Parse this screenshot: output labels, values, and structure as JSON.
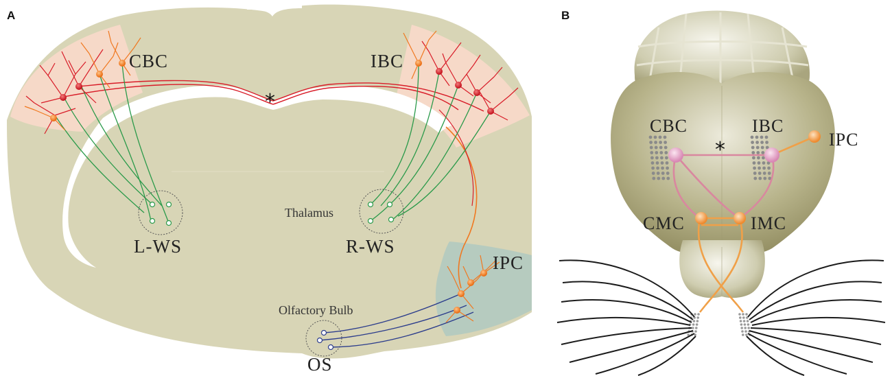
{
  "panels": {
    "a": {
      "letter": "A",
      "labels": {
        "cbc": "CBC",
        "ibc": "IBC",
        "lws": "L-WS",
        "rws": "R-WS",
        "thalamus": "Thalamus",
        "ipc": "IPC",
        "olfactory": "Olfactory Bulb",
        "os": "OS",
        "star": "*"
      }
    },
    "b": {
      "letter": "B",
      "labels": {
        "cbc": "CBC",
        "ibc": "IBC",
        "ipc": "IPC",
        "cmc": "CMC",
        "imc": "IMC",
        "star": "*"
      }
    }
  },
  "colors": {
    "brain": "#d8d5b6",
    "cortex_patch": "#f6d9c8",
    "ipc_patch": "#b6cbbf",
    "neuron_red": "#d81c28",
    "neuron_orange": "#f07820",
    "axon_green": "#2a9a4a",
    "axon_blue": "#2c3d8c",
    "node_pink": "#e8a8c8",
    "node_orange": "#f4a860",
    "link_pink": "#d9879f",
    "link_orange": "#f0a048"
  }
}
